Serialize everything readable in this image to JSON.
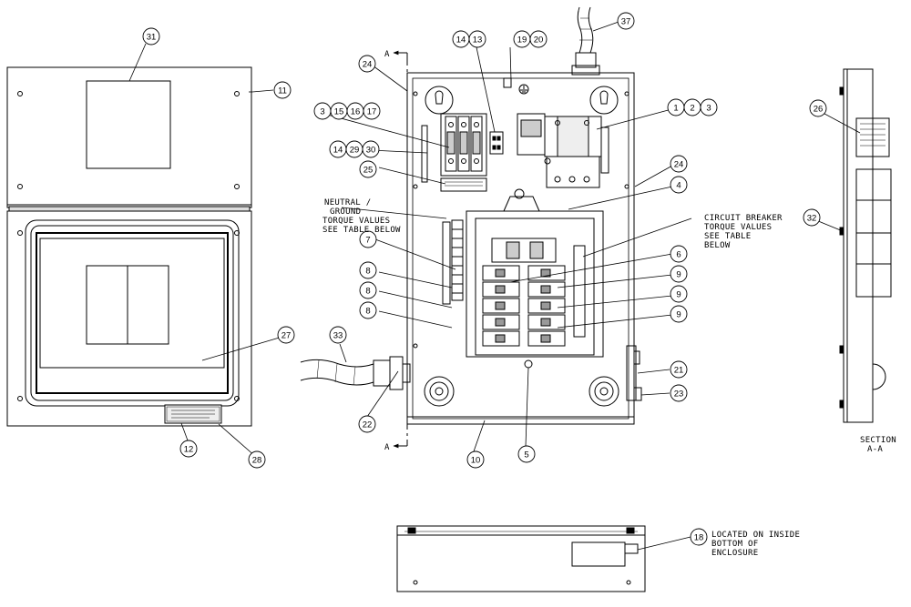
{
  "callouts": {
    "c1": "1",
    "c2": "2",
    "c3": "3",
    "c4": "4",
    "c5": "5",
    "c6": "6",
    "c7": "7",
    "c8a": "8",
    "c8b": "8",
    "c8c": "8",
    "c9a": "9",
    "c9b": "9",
    "c9c": "9",
    "c10": "10",
    "c11": "11",
    "c12": "12",
    "c13": "13",
    "c14a": "14",
    "c14b": "14",
    "c3b": "3",
    "c15": "15",
    "c16": "16",
    "c17": "17",
    "c18": "18",
    "c19": "19",
    "c20": "20",
    "c21": "21",
    "c22": "22",
    "c23": "23",
    "c24a": "24",
    "c24b": "24",
    "c25": "25",
    "c26": "26",
    "c27": "27",
    "c28": "28",
    "c29": "29",
    "c30": "30",
    "c31": "31",
    "c32": "32",
    "c33": "33",
    "c37": "37"
  },
  "notes": {
    "neutral": [
      "NEUTRAL /",
      "GROUND",
      "TORQUE VALUES",
      "SEE TABLE BELOW"
    ],
    "breaker": [
      "CIRCUIT BREAKER",
      "TORQUE VALUES",
      "SEE TABLE",
      "BELOW"
    ],
    "bottom": [
      "LOCATED ON INSIDE",
      "BOTTOM OF",
      "ENCLOSURE"
    ],
    "section": [
      "SECTION",
      "A-A"
    ]
  },
  "section_marks": {
    "top": "A",
    "bottom": "A"
  },
  "colors": {
    "line": "#000000",
    "background": "#ffffff",
    "shade": "#d8d8d8"
  }
}
